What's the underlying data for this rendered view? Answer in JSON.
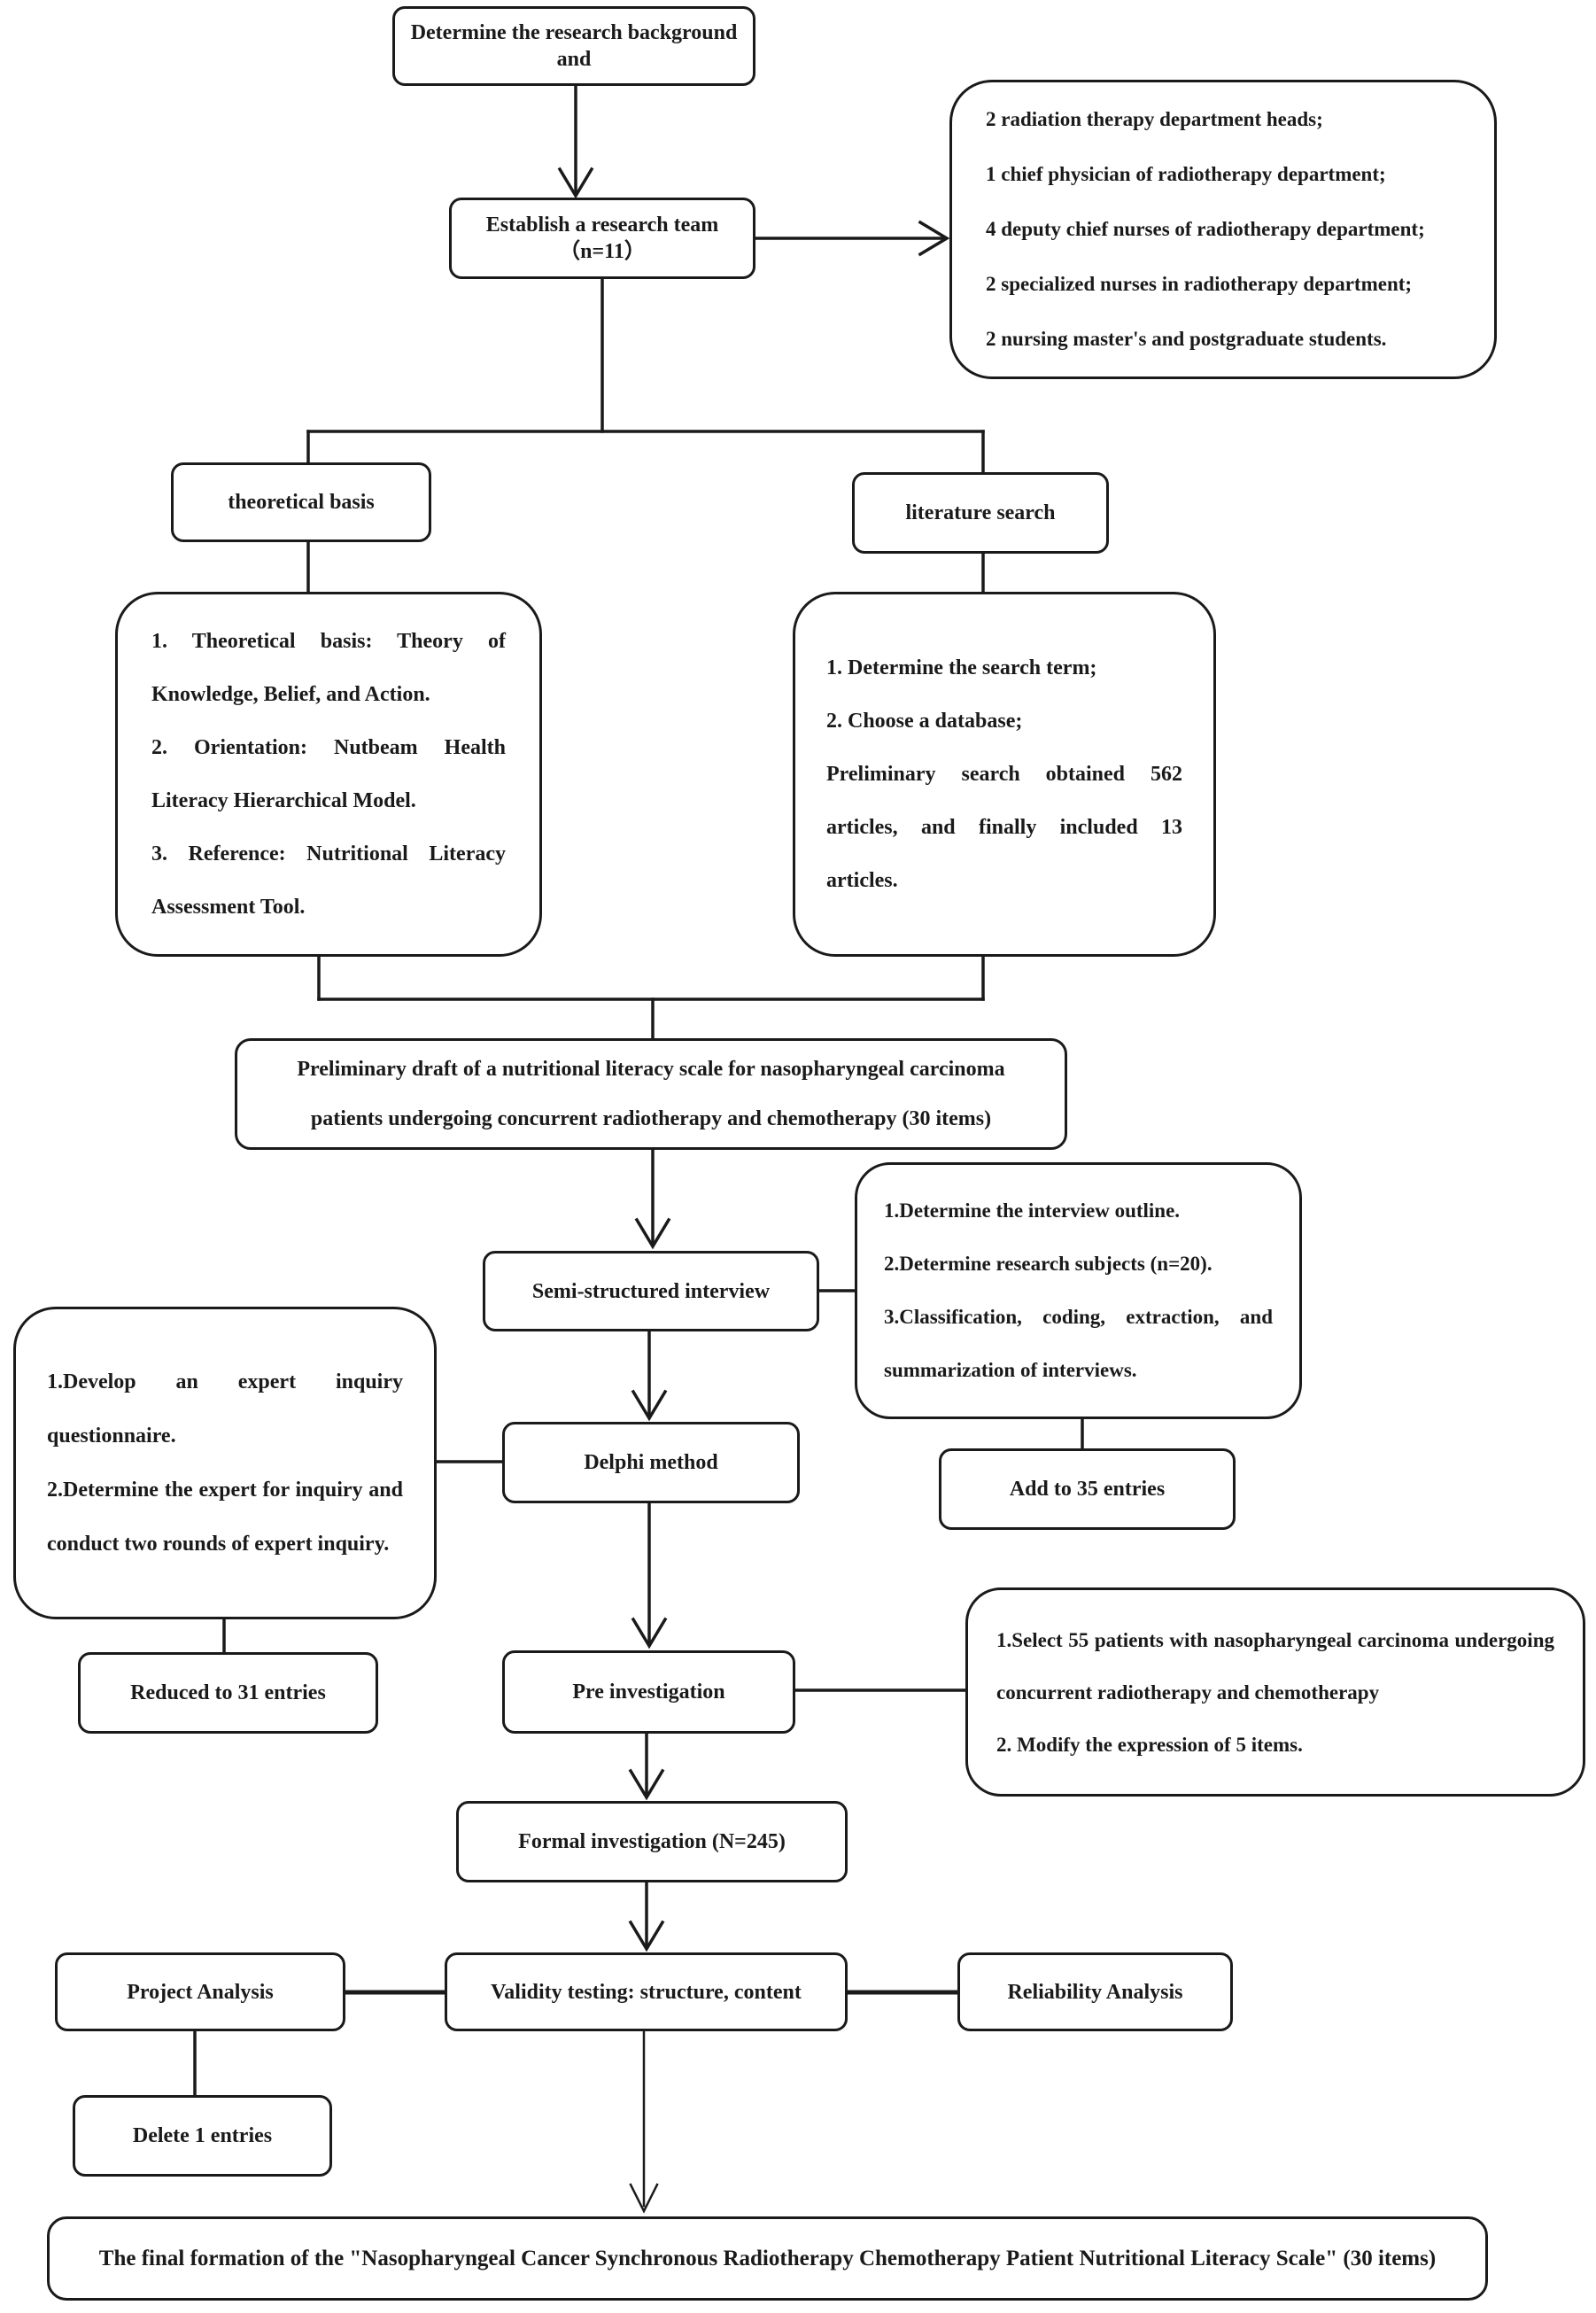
{
  "diagram": {
    "type": "flowchart",
    "colors": {
      "background": "#ffffff",
      "line": "#1a1a1a",
      "box_border": "#1a1a1a",
      "text": "#1a1a1a"
    },
    "nodes": {
      "determine": {
        "label": "Determine the research background and"
      },
      "establish": {
        "label": "Establish a research team （n=11）"
      },
      "team": {
        "lines": [
          "2 radiation therapy department heads;",
          "1 chief physician of radiotherapy department;",
          "4 deputy chief nurses of radiotherapy department;",
          "2 specialized nurses in radiotherapy department;",
          "2 nursing master's and postgraduate students."
        ]
      },
      "theoretical": {
        "label": "theoretical basis"
      },
      "literature": {
        "label": "literature search"
      },
      "theoretical_detail": {
        "paragraphs": [
          "1. Theoretical basis: Theory of Knowledge, Belief, and Action.",
          "2. Orientation: Nutbeam Health Literacy Hierarchical Model.",
          "3. Reference: Nutritional Literacy Assessment Tool."
        ]
      },
      "literature_detail": {
        "paragraphs": [
          "1. Determine the search term;",
          "2. Choose a database;",
          "Preliminary search obtained 562 articles, and finally included 13 articles."
        ]
      },
      "draft": {
        "lines": [
          "Preliminary draft of a nutritional literacy scale for nasopharyngeal carcinoma",
          "patients undergoing concurrent radiotherapy and chemotherapy (30 items)"
        ]
      },
      "semi": {
        "label": "Semi-structured interview"
      },
      "interview_detail": {
        "paragraphs": [
          "1.Determine the interview outline.",
          "2.Determine research subjects (n=20).",
          "3.Classification, coding, extraction, and summarization of interviews."
        ]
      },
      "add": {
        "label": "Add to 35 entries"
      },
      "expert_detail": {
        "paragraphs": [
          "1.Develop an expert inquiry questionnaire.",
          "2.Determine the expert for inquiry and conduct two rounds of expert inquiry."
        ]
      },
      "delphi": {
        "label": "Delphi method"
      },
      "reduced": {
        "label": "Reduced to 31 entries"
      },
      "pre": {
        "label": "Pre investigation"
      },
      "select_detail": {
        "paragraphs": [
          "1.Select 55 patients with nasopharyngeal carcinoma undergoing concurrent radiotherapy and chemotherapy",
          "2. Modify the expression of 5 items."
        ]
      },
      "formal": {
        "label": "Formal investigation (N=245)"
      },
      "project": {
        "label": "Project Analysis"
      },
      "validity": {
        "label": "Validity testing: structure, content"
      },
      "reliability": {
        "label": "Reliability Analysis"
      },
      "delete": {
        "label": "Delete 1 entries"
      },
      "final": {
        "label": "The final formation of the \"Nasopharyngeal Cancer Synchronous Radiotherapy Chemotherapy Patient Nutritional Literacy Scale\" (30 items)"
      }
    }
  }
}
